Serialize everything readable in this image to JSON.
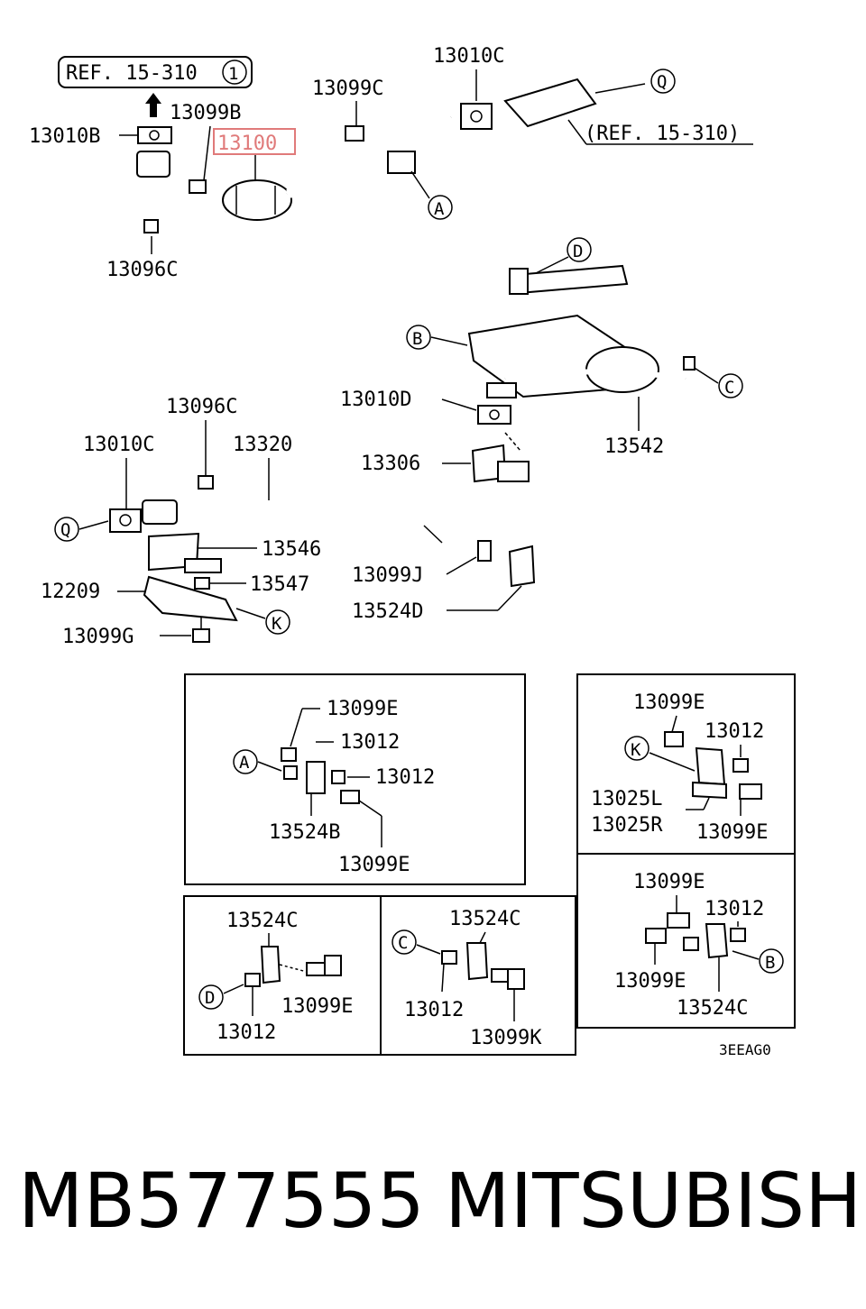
{
  "diagram": {
    "ref_top": "REF. 15-310",
    "ref_top_num": "1",
    "ref_right": "(REF. 15-310)",
    "highlight_color": "#e07a7a",
    "parts": {
      "p13010B": "13010B",
      "p13099B": "13099B",
      "p13100": "13100",
      "p13096C_top": "13096C",
      "p13099C": "13099C",
      "p13010C_top": "13010C",
      "p13010D": "13010D",
      "p13542": "13542",
      "p13096C_mid": "13096C",
      "p13010C_mid": "13010C",
      "p13320": "13320",
      "p13306": "13306",
      "p13546": "13546",
      "p13547": "13547",
      "p12209": "12209",
      "p13099J": "13099J",
      "p13524D": "13524D",
      "p13099G": "13099G"
    },
    "callouts": {
      "A": "A",
      "B": "B",
      "C": "C",
      "D": "D",
      "Q": "Q",
      "K": "K"
    },
    "detail_A": {
      "c1": "13099E",
      "c2": "13012",
      "c3": "13012",
      "c4": "13524B",
      "c5": "13099E",
      "ref": "A"
    },
    "detail_K": {
      "c1": "13099E",
      "c2": "13012",
      "c3": "13025L",
      "c4": "13025R",
      "c5": "13099E",
      "ref": "K"
    },
    "detail_D": {
      "c1": "13524C",
      "c2": "13099E",
      "c3": "13012",
      "ref": "D"
    },
    "detail_C": {
      "c1": "13524C",
      "c2": "13012",
      "c3": "13099K",
      "ref": "C"
    },
    "detail_B": {
      "c1": "13099E",
      "c2": "13012",
      "c3": "13099E",
      "c4": "13524C",
      "ref": "B"
    },
    "drawing_code": "3EEAG0"
  },
  "footer": {
    "part_number": "MB577555",
    "brand": "MITSUBISHI"
  }
}
